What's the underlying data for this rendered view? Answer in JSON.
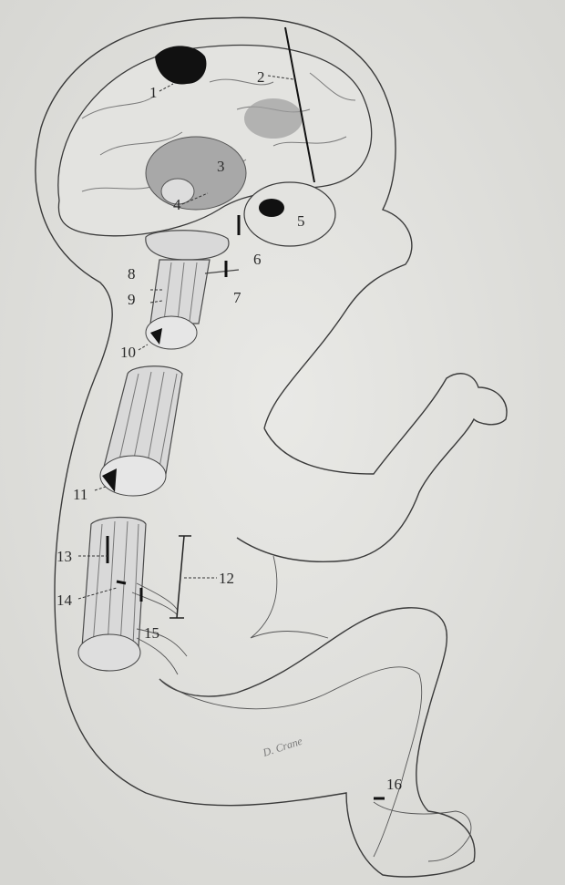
{
  "figure": {
    "labels": [
      "1",
      "2",
      "3",
      "4",
      "5",
      "6",
      "7",
      "8",
      "9",
      "10",
      "11",
      "12",
      "13",
      "14",
      "15",
      "16"
    ],
    "signature": "D. Crane"
  }
}
